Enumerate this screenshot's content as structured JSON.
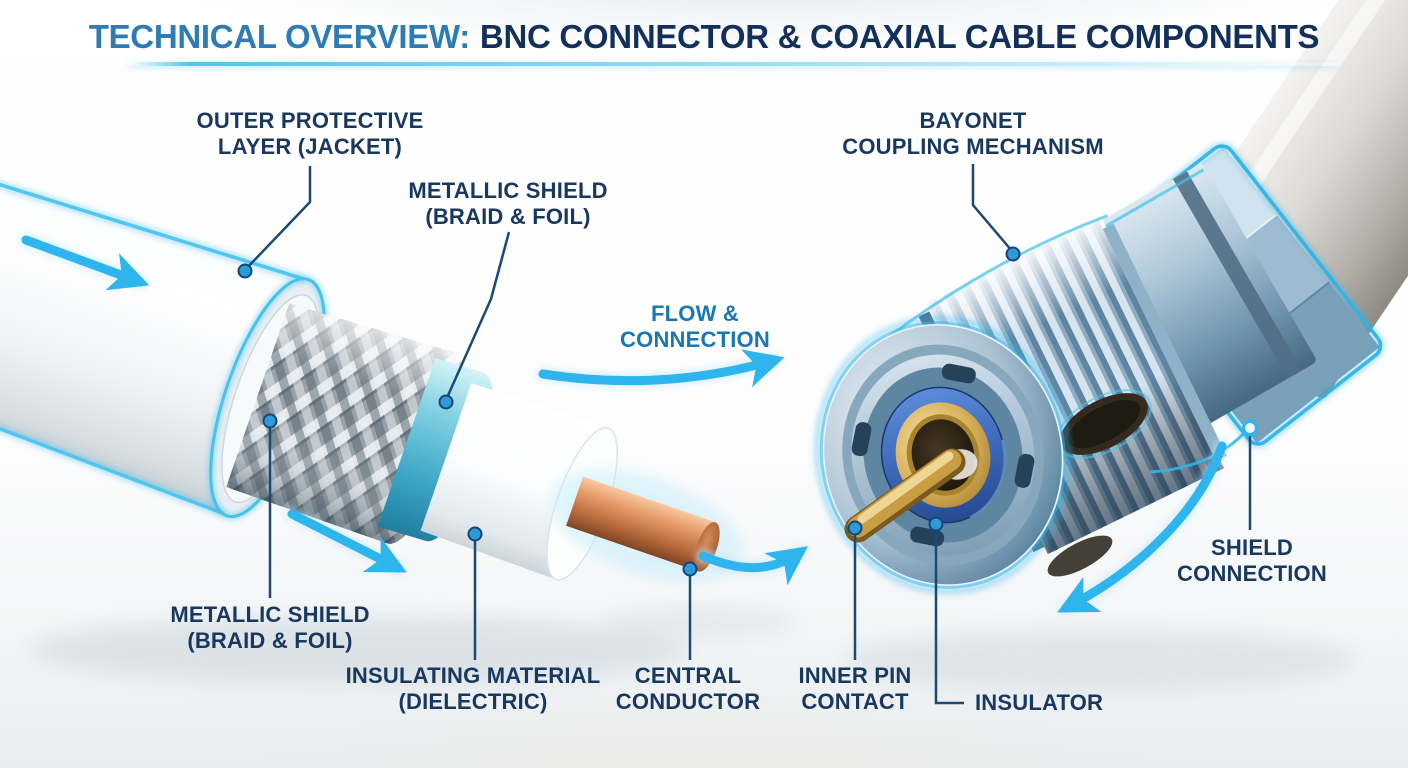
{
  "title": {
    "accent": "TECHNICAL OVERVIEW:",
    "main": "BNC CONNECTOR & COAXIAL CABLE COMPONENTS"
  },
  "labels": {
    "outer_jacket": "OUTER PROTECTIVE\nLAYER (JACKET)",
    "metallic_shield_top": "METALLIC SHIELD\n(BRAID & FOIL)",
    "flow_connection": "FLOW &\nCONNECTION",
    "bayonet": "BAYONET\nCOUPLING MECHANISM",
    "shield_connection": "SHIELD\nCONNECTION",
    "metallic_shield_bottom": "METALLIC SHIELD\n(BRAID & FOIL)",
    "insulating_material": "INSULATING MATERIAL\n(DIELECTRIC)",
    "central_conductor": "CENTRAL\nCONDUCTOR",
    "inner_pin": "INNER PIN\nCONTACT",
    "insulator": "INSULATOR"
  },
  "colors": {
    "title_accent": "#2d7cb5",
    "title_main": "#13305a",
    "label_text": "#18385f",
    "flow_text": "#1a77b3",
    "cyan_arrow": "#2fb5ee",
    "leader_line": "#1c4876",
    "callout_dot": "#2f9bd4",
    "copper": "#c97a4a",
    "gold": "#d9b05c",
    "insulator_blue": "#3a66b5",
    "steel_blue": "#9cb6c8",
    "foil_teal": "#3aa3c4"
  }
}
